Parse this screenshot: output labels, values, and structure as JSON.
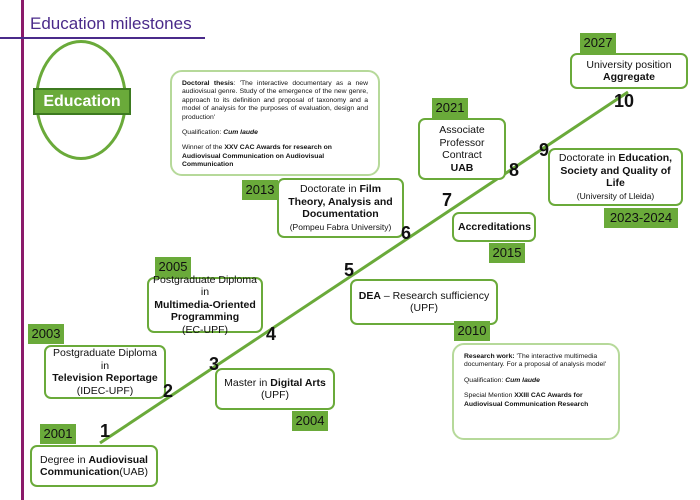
{
  "title": "Education milestones",
  "center_label": "Education",
  "colors": {
    "accent": "#6aaa3a",
    "title": "#4a2a8a",
    "frame": "#8a1a6a"
  },
  "numbers": [
    "1",
    "2",
    "3",
    "4",
    "5",
    "6",
    "7",
    "8",
    "9",
    "10"
  ],
  "milestones": [
    {
      "year": "2001",
      "pre": "Degree in ",
      "bold": "Audiovisual Communication",
      "post": "(UAB)"
    },
    {
      "year": "2003",
      "pre": "Postgraduate Diploma in ",
      "bold": "Television Reportage",
      "post": "(IDEC-UPF)"
    },
    {
      "year": "2005",
      "pre": "Postgraduate Diploma in ",
      "bold": "Multimedia-Oriented Programming",
      "post": "(EC-UPF)"
    },
    {
      "year": "2004",
      "pre": "Master in ",
      "bold": "Digital Arts",
      "post": "(UPF)"
    },
    {
      "year": "2010",
      "pre": "DEA",
      "bold": "",
      "post": " – Research sufficiency",
      "sub": "(UPF)"
    },
    {
      "year": "2013",
      "pre": "Doctorate in ",
      "bold": "Film Theory, Analysis and Documentation",
      "post": "(Pompeu Fabra University)"
    },
    {
      "year": "2015",
      "pre": "",
      "bold": "Accreditations",
      "post": ""
    },
    {
      "year": "2021",
      "pre": "Associate Professor Contract",
      "bold": "UAB",
      "post": ""
    },
    {
      "year": "2023-2024",
      "pre": "Doctorate in ",
      "bold": "Education, Society and Quality of Life",
      "post": "(University of Lleida)"
    },
    {
      "year": "2027",
      "pre": "University position",
      "bold": "Aggregate",
      "post": ""
    }
  ],
  "thesis": {
    "label": "Doctoral thesis",
    "text": ": 'The interactive documentary as a new audiovisual genre. Study of the emergence of the new genre, approach to its definition and proposal of taxonomy and a model of analysis for the purposes of evaluation, design and production'",
    "qual_label": "Qualification: ",
    "qual": "Cum laude",
    "award_pre": "Winner of the ",
    "award": "XXV CAC Awards for  research on Audiovisual Communication  on Audiovisual Communication"
  },
  "research": {
    "label": "Research work:",
    "text": " 'The interactive multimedia documentary. For a proposal of analysis model'",
    "qual_label": "Qualification: ",
    "qual": "Cum laude",
    "award_pre": "Special Mention ",
    "award": "XXIII CAC Awards for Audiovisual Communication Research"
  }
}
